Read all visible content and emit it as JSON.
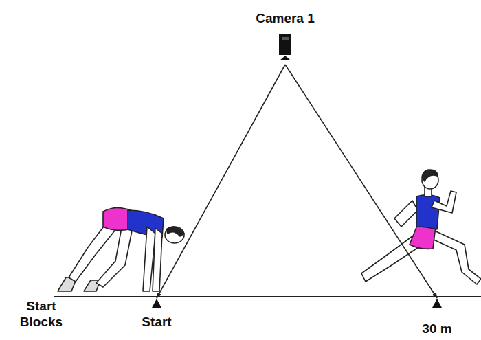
{
  "diagram": {
    "nodes": [
      {
        "text": [
          "Camera 1"
        ]
      },
      {
        "text": [
          "Start"
        ]
      },
      {
        "text": [
          "30 m"
        ]
      }
    ],
    "edges": [
      {
        "from": 0,
        "to": 1,
        "arrow": "to"
      },
      {
        "from": 0,
        "to": 2,
        "arrow": "to"
      }
    ],
    "labels": [
      "Start Blocks"
    ]
  }
}
